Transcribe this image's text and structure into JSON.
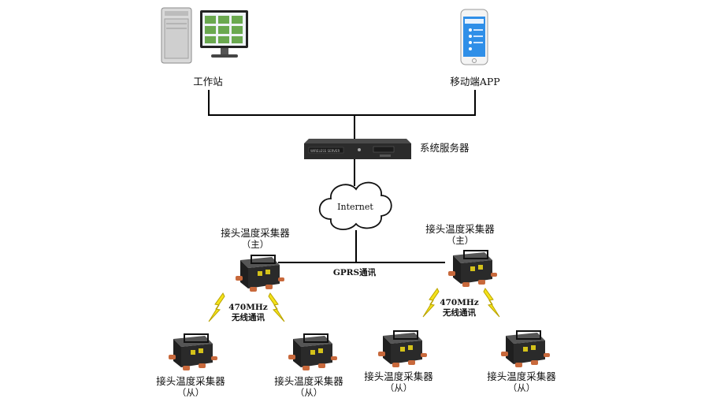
{
  "nodes": {
    "workstation": "工作站",
    "mobile_app": "移动端APP",
    "server": "系统服务器",
    "internet": "Internet",
    "server_front_text": "WIRELESS SERVER",
    "gprs": "GPRS通讯",
    "collector_label": "接头温度采集器",
    "master_tag": "（主）",
    "slave_tag": "（从）",
    "radio_line1": "470MHz",
    "radio_line2": "无线通讯"
  },
  "colors": {
    "line": "#000000",
    "bolt": "#f4e21a",
    "bolt_edge": "#b9a300",
    "device_body": "#2a2a2a",
    "connector": "#c8693c",
    "phone_screen": "#2f8fe8"
  },
  "icons": {
    "workstation": "desktop-computer-icon",
    "mobile": "smartphone-icon",
    "server": "rack-server-icon",
    "internet": "cloud-icon",
    "collector": "temperature-collector-device-icon",
    "radio": "lightning-bolt-icon"
  }
}
